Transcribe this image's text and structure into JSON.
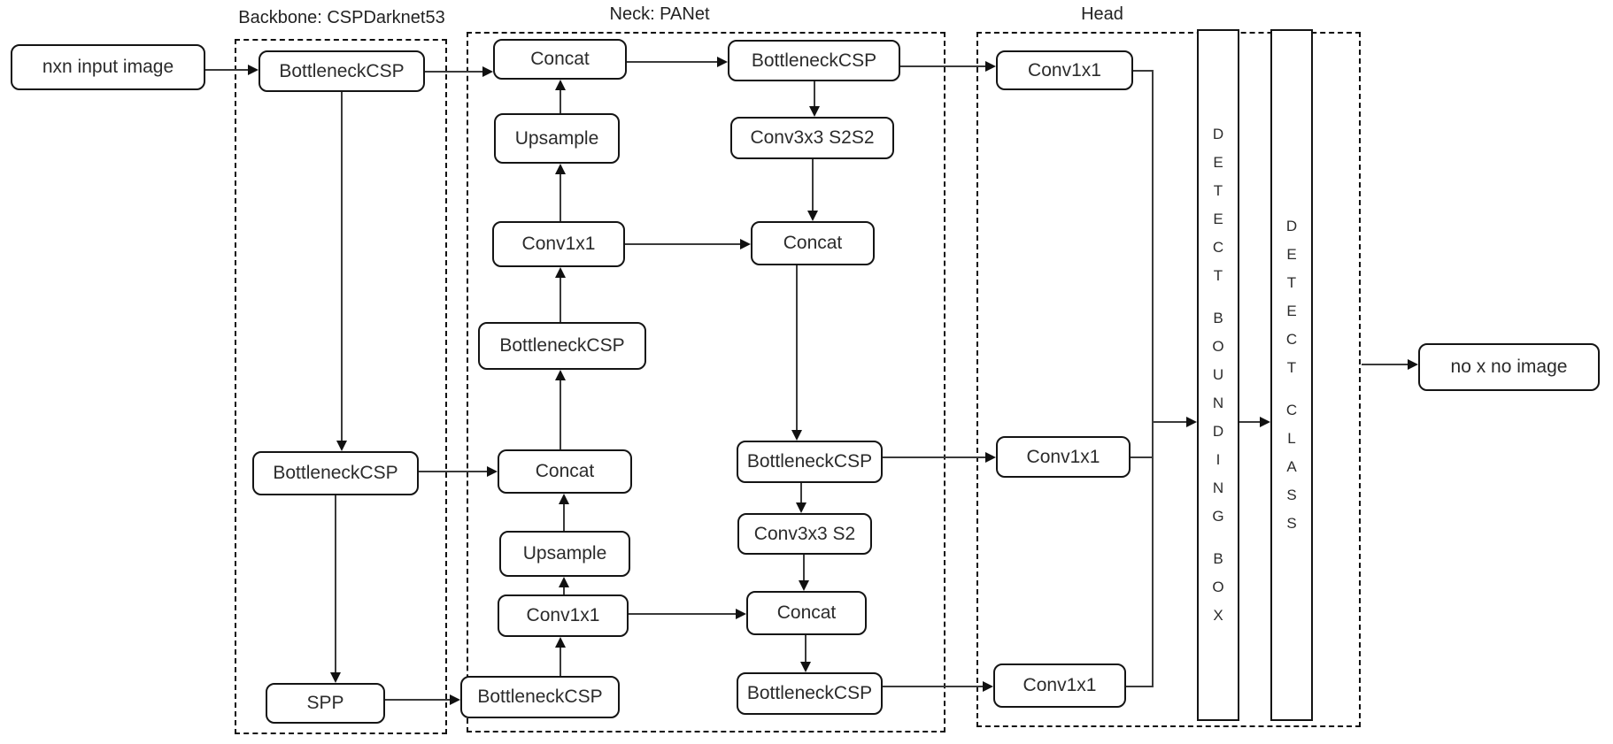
{
  "colors": {
    "background": "#ffffff",
    "box_border": "#141414",
    "line": "#3a3a3a",
    "text": "#2b2b2b"
  },
  "sections": {
    "backbone": {
      "title": "Backbone: CSPDarknet53"
    },
    "neck": {
      "title": "Neck: PANet"
    },
    "head": {
      "title": "Head"
    }
  },
  "io": {
    "input_label": "nxn input image",
    "output_label": "no x no image"
  },
  "nodes": {
    "bb_top": "BottleneckCSP",
    "bb_mid": "BottleneckCSP",
    "spp": "SPP",
    "concat_top": "Concat",
    "upsample_top": "Upsample",
    "conv1x1_mid_left": "Conv1x1",
    "bncsp_mid_left": "BottleneckCSP",
    "concat_mid_left": "Concat",
    "upsample_mid": "Upsample",
    "conv1x1_bot_left": "Conv1x1",
    "bncsp_bot_left": "BottleneckCSP",
    "bncsp_top_right": "BottleneckCSP",
    "conv3x3_s2s2": "Conv3x3 S2S2",
    "concat_right_mid": "Concat",
    "bncsp_right_mid": "BottleneckCSP",
    "conv3x3_s2": "Conv3x3 S2",
    "concat_right_bot": "Concat",
    "bncsp_right_bot": "BottleneckCSP",
    "conv1x1_head_top": "Conv1x1",
    "conv1x1_head_mid": "Conv1x1",
    "conv1x1_head_bot": "Conv1x1"
  },
  "bars": {
    "detect_bbox": {
      "words": [
        "DETECT",
        "BOUNDING",
        "BOX"
      ]
    },
    "detect_class": {
      "words": [
        "DETECT",
        "CLASS"
      ]
    }
  }
}
